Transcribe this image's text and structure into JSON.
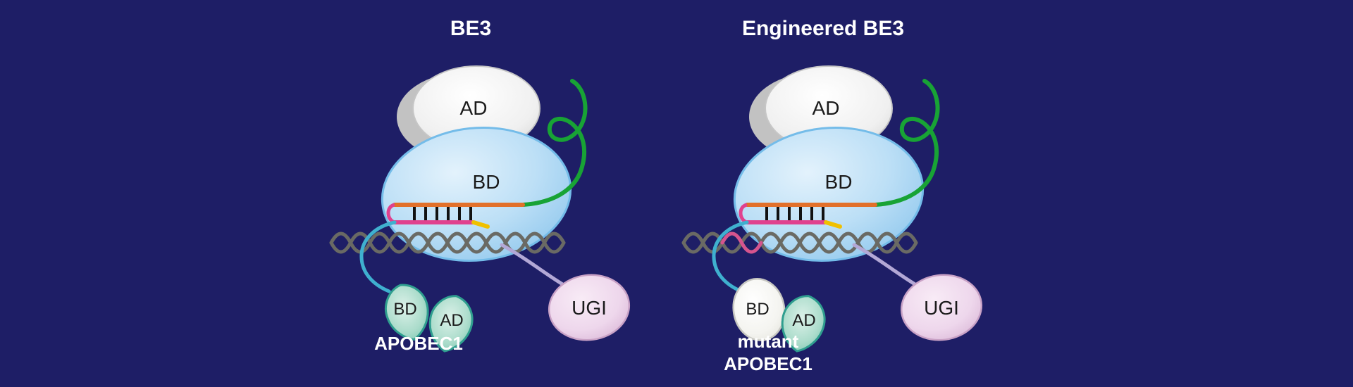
{
  "background": "#1e1e66",
  "colors": {
    "cas9_fill": "#aed6f2",
    "cas9_stroke": "#74bce9",
    "ad_domain_fill": "#efefef",
    "ad_domain_shadow": "#c2c2c2",
    "apobec_fill": "#9dd6c6",
    "apobec_stroke": "#2f9e8f",
    "mutant_bd_fill": "#f3f3ef",
    "ugi_fill": "#ecd4ea",
    "ugi_stroke": "#c9a2c6",
    "sgrna_green": "#18a335",
    "rna_orange": "#e2702a",
    "dna_gray": "#6a6a64",
    "edited_strand_pink": "#e0418e",
    "pam_yellow": "#f0c000",
    "linker_cyan": "#3fb0cf",
    "linker_lavender": "#b3a8d6",
    "basepair_black": "#111111"
  },
  "panels": {
    "left": {
      "title": "BE3",
      "cas9": {
        "ad": "AD",
        "bd": "BD"
      },
      "apobec": {
        "bd": "BD",
        "ad": "AD",
        "label": "APOBEC1"
      },
      "ugi": "UGI"
    },
    "right": {
      "title": "Engineered BE3",
      "cas9": {
        "ad": "AD",
        "bd": "BD"
      },
      "apobec": {
        "bd": "BD",
        "ad": "AD",
        "label_line1": "mutant",
        "label_line2": "APOBEC1"
      },
      "ugi": "UGI"
    }
  }
}
